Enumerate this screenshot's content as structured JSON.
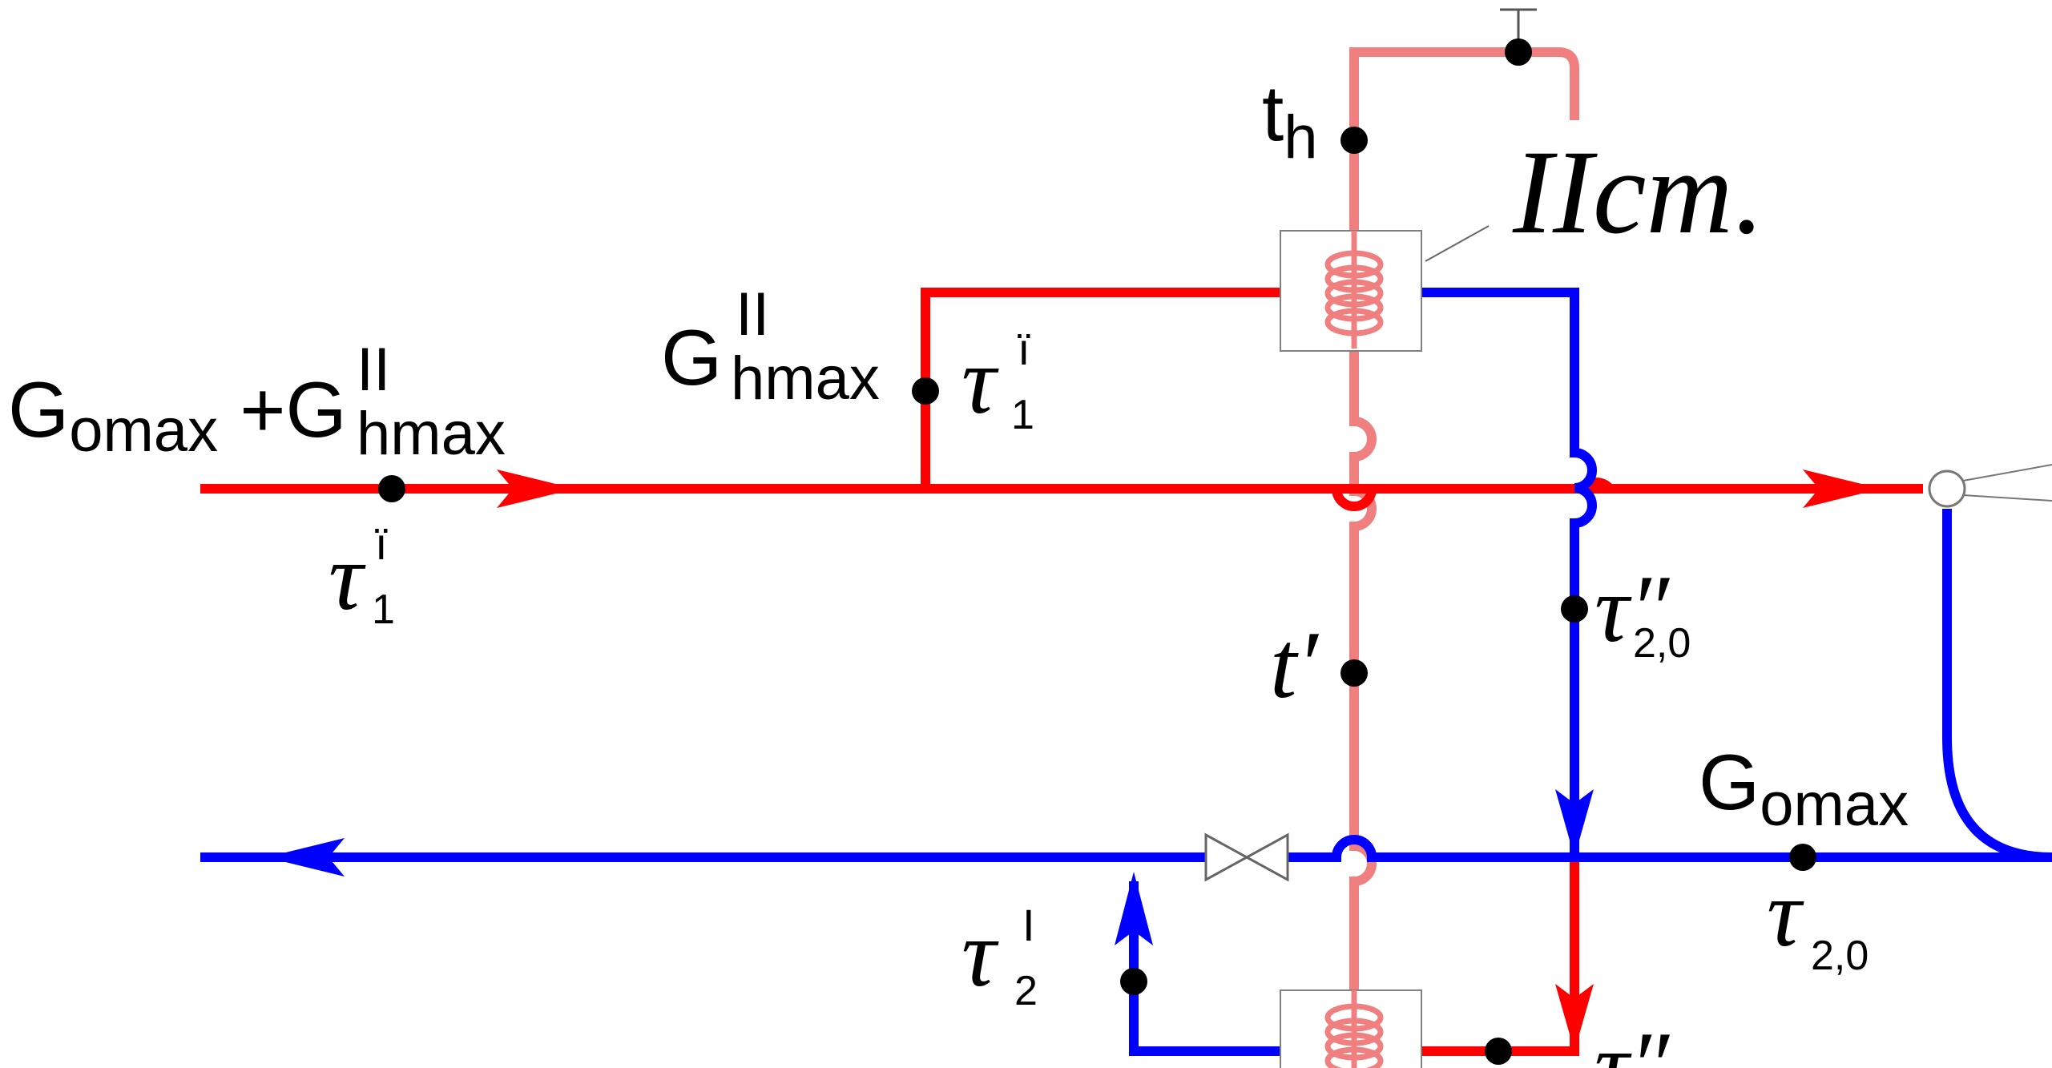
{
  "colors": {
    "supply": "#ff0000",
    "return": "#0000ff",
    "hot_water": "#f08080",
    "node": "#000000",
    "outline": "#808080"
  },
  "labels": {
    "g_omax_plus_g_hmax": {
      "g1": "G",
      "s1": "omax",
      "plus": " +G",
      "sup": "II",
      "s2": "hmax"
    },
    "tau1_left": {
      "sym": "τ",
      "sup": "ï",
      "sub": "1"
    },
    "g_hmax_mid": {
      "g": "G",
      "sup": "II",
      "sub": "hmax"
    },
    "tau1_mid": {
      "sym": "τ",
      "sup": "ï",
      "sub": "1"
    },
    "t_h": {
      "t": "t",
      "sub": "h"
    },
    "stage_ii": "IIст.",
    "tau20_double_prime": {
      "sym": "τ″",
      "sub": "2,0"
    },
    "t_prime": "t′",
    "g_omax_right": {
      "g": "G",
      "sub": "omax"
    },
    "tau20": {
      "sym": "τ",
      "sub": "2,0"
    },
    "tau2_prime": {
      "sym": "τ",
      "sup": "I",
      "sub": "2"
    },
    "tau_bottom_partial": "τ″"
  }
}
